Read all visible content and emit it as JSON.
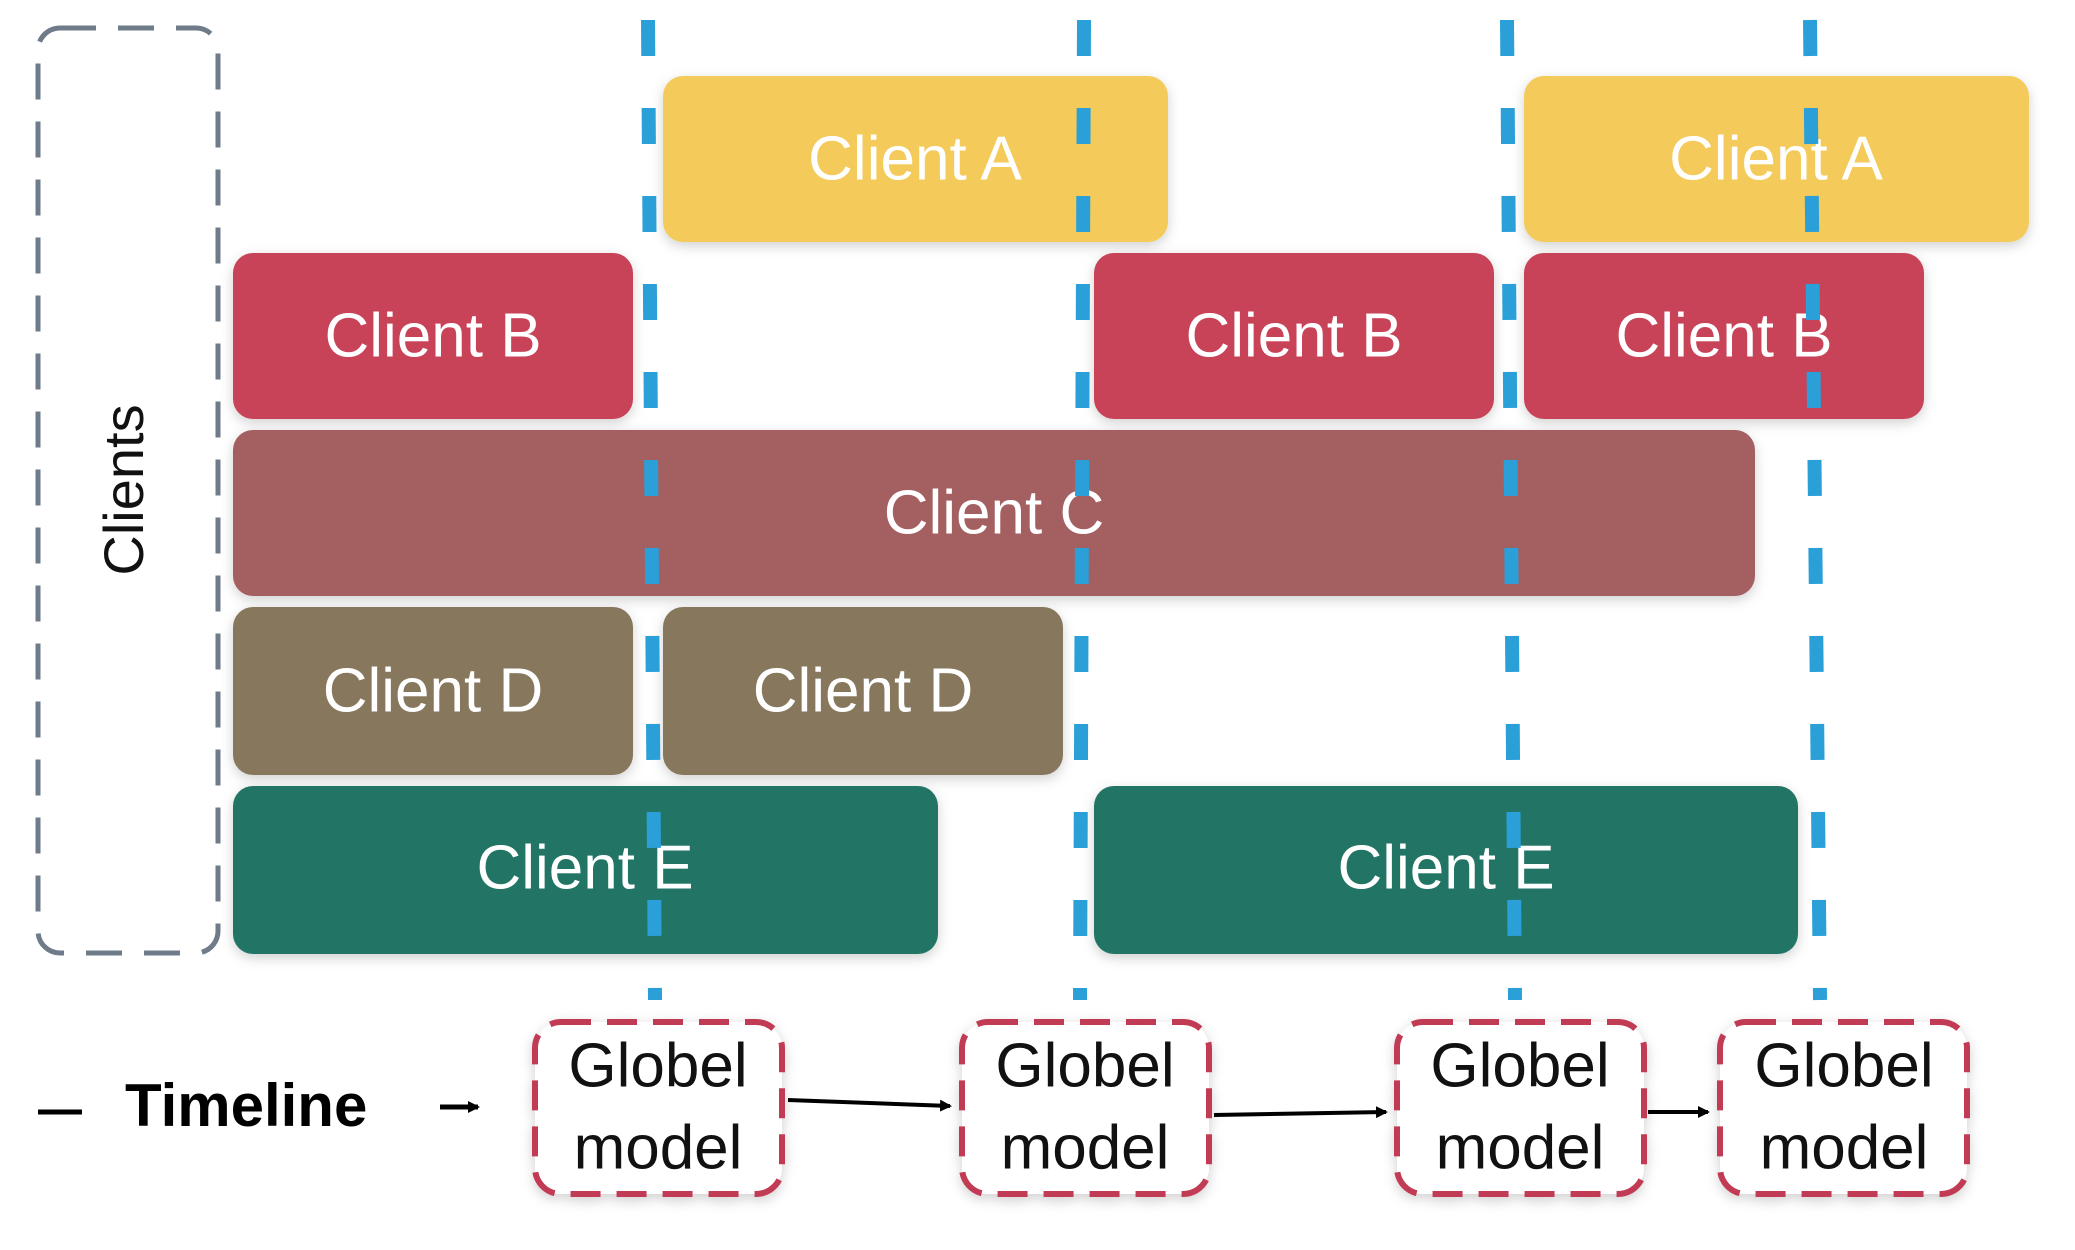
{
  "colors": {
    "client_a": "#F4CB5A",
    "client_b": "#C84258",
    "client_c": "#A45F60",
    "client_d": "#86775D",
    "client_e": "#217565",
    "sync_line": "#2A9FD8",
    "model_border": "#C23B55",
    "clients_border": "#6F7B89"
  },
  "clients_label": "Clients",
  "timeline_label": "Timeline",
  "blocks": {
    "a1": "Client A",
    "a2": "Client A",
    "b1": "Client B",
    "b2": "Client B",
    "b3": "Client B",
    "c1": "Client C",
    "d1": "Client D",
    "d2": "Client D",
    "e1": "Client E",
    "e2": "Client E"
  },
  "models": [
    {
      "line1": "Globel",
      "line2": "model"
    },
    {
      "line1": "Globel",
      "line2": "model"
    },
    {
      "line1": "Globel",
      "line2": "model"
    },
    {
      "line1": "Globel",
      "line2": "model"
    }
  ]
}
